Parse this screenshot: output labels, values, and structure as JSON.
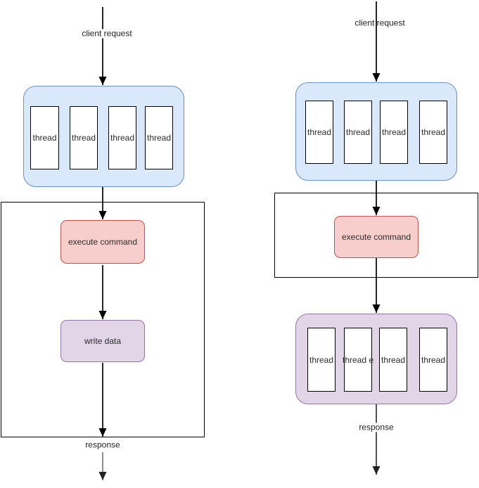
{
  "left_flow": {
    "request_label": "client request",
    "threads": [
      "thread",
      "thread",
      "thread",
      "thread"
    ],
    "execute_label": "execute command",
    "write_label": "write data",
    "response_label": "response"
  },
  "right_flow": {
    "request_label": "client request",
    "top_threads": [
      "thread",
      "thread",
      "thread",
      "thread"
    ],
    "execute_label": "execute command",
    "bottom_threads": [
      "thread",
      "thread e",
      "thread",
      "thread"
    ],
    "response_label": "response"
  },
  "colors": {
    "thread_pool_fill": "#dae8fc",
    "thread_pool_border": "#6c8ebf",
    "execute_fill": "#f8cecc",
    "execute_border": "#b85450",
    "write_fill": "#e1d5e7",
    "write_border": "#9673a6",
    "thread_box_fill": "#ffffff",
    "thread_box_border": "#000000",
    "edge_color": "#000000",
    "muted_edge_color": "#7a7a7a"
  }
}
